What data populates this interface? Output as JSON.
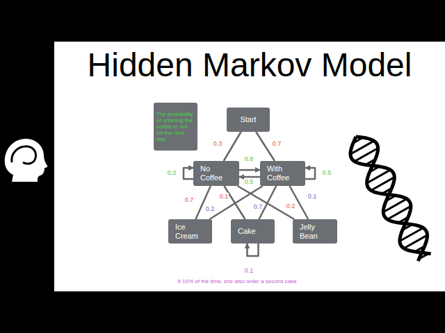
{
  "diagram": {
    "title": "Hidden Markov Model",
    "nodes": [
      {
        "text": [
          "The probability of ordering the coffee or not for the next day"
        ]
      },
      {
        "text": [
          "Start"
        ]
      },
      {
        "text": [
          "No Coffee"
        ]
      },
      {
        "text": [
          "With Coffee"
        ]
      },
      {
        "text": [
          "Ice Cream"
        ]
      },
      {
        "text": [
          "Cake"
        ]
      },
      {
        "text": [
          "Jelly Bean"
        ]
      }
    ],
    "edges": [
      {
        "from": 1,
        "to": 2,
        "label": "0.3",
        "arrow": "none"
      },
      {
        "from": 1,
        "to": 3,
        "label": "0.7",
        "arrow": "none"
      },
      {
        "from": 2,
        "to": 3,
        "label": "0.8",
        "arrow": "to"
      },
      {
        "from": 3,
        "to": 2,
        "label": "0.5",
        "arrow": "to"
      },
      {
        "from": 2,
        "to": 2,
        "label": "0.2",
        "arrow": "to"
      },
      {
        "from": 3,
        "to": 3,
        "label": "0.5",
        "arrow": "to"
      },
      {
        "from": 2,
        "to": 4,
        "label": "0.7",
        "arrow": "none"
      },
      {
        "from": 2,
        "to": 5,
        "label": "0.1",
        "arrow": "none"
      },
      {
        "from": 2,
        "to": 6,
        "label": "0.2",
        "arrow": "none"
      },
      {
        "from": 3,
        "to": 4,
        "label": "0.2",
        "arrow": "none"
      },
      {
        "from": 3,
        "to": 5,
        "label": "0.7",
        "arrow": "none"
      },
      {
        "from": 3,
        "to": 6,
        "label": "0.1",
        "arrow": "none"
      },
      {
        "from": 5,
        "to": 5,
        "label": "0.1",
        "arrow": "to"
      }
    ],
    "labels": [
      "If 10% of the time, she also order a second cake"
    ]
  }
}
